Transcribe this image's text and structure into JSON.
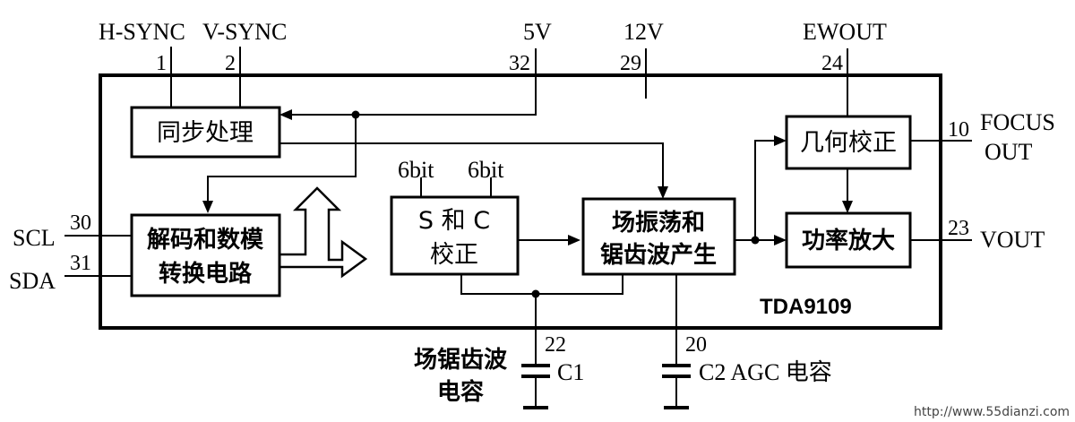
{
  "chip_name": "TDA9109",
  "pins": {
    "hsync": {
      "name": "H-SYNC",
      "num": "1"
    },
    "vsync": {
      "name": "V-SYNC",
      "num": "2"
    },
    "v5": {
      "name": "5V",
      "num": "32"
    },
    "v12": {
      "name": "12V",
      "num": "29"
    },
    "ewout": {
      "name": "EWOUT",
      "num": "24"
    },
    "focus": {
      "name_line1": "FOCUS",
      "name_line2": "OUT",
      "num": "10"
    },
    "vout": {
      "name": "VOUT",
      "num": "23"
    },
    "scl": {
      "name": "SCL",
      "num": "30"
    },
    "sda": {
      "name": "SDA",
      "num": "31"
    },
    "c1": {
      "num": "22",
      "cap": "C1",
      "desc_line1": "场锯齿波",
      "desc_line2": "电容"
    },
    "c2": {
      "num": "20",
      "cap": "C2 AGC 电容"
    }
  },
  "blocks": {
    "sync": "同步处理",
    "decoder_line1": "解码和数模",
    "decoder_line2": "转换电路",
    "sc_line1": "S 和 C",
    "sc_line2": "校正",
    "ramp_line1": "场振荡和",
    "ramp_line2": "锯齿波产生",
    "geometry": "几何校正",
    "power": "功率放大"
  },
  "bus_labels": {
    "bit_a": "6bit",
    "bit_b": "6bit"
  },
  "watermark": "http://www.55dianzi.com"
}
